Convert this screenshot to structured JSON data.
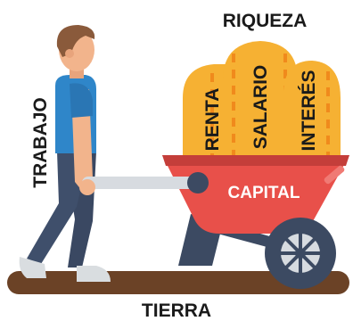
{
  "labels": {
    "top": "RIQUEZA",
    "left": "TRABAJO",
    "bottom": "TIERRA",
    "cart": "CAPITAL"
  },
  "bags": [
    {
      "label": "RENTA"
    },
    {
      "label": "SALARIO"
    },
    {
      "label": "INTERÉS"
    }
  ],
  "colors": {
    "ground": "#6b4226",
    "skin": "#f2b48c",
    "hair": "#8a5a3b",
    "shirt": "#2f86c9",
    "pants": "#3f4f6b",
    "shoes": "#d9dde0",
    "cart_red": "#e8504a",
    "cart_dark": "#c43e3a",
    "cart_frame": "#3c4a62",
    "wheel": "#3c4a62",
    "handle": "#d7dbe0",
    "bag_gold": "#f6b133",
    "bag_stripe": "#f08a1c"
  }
}
